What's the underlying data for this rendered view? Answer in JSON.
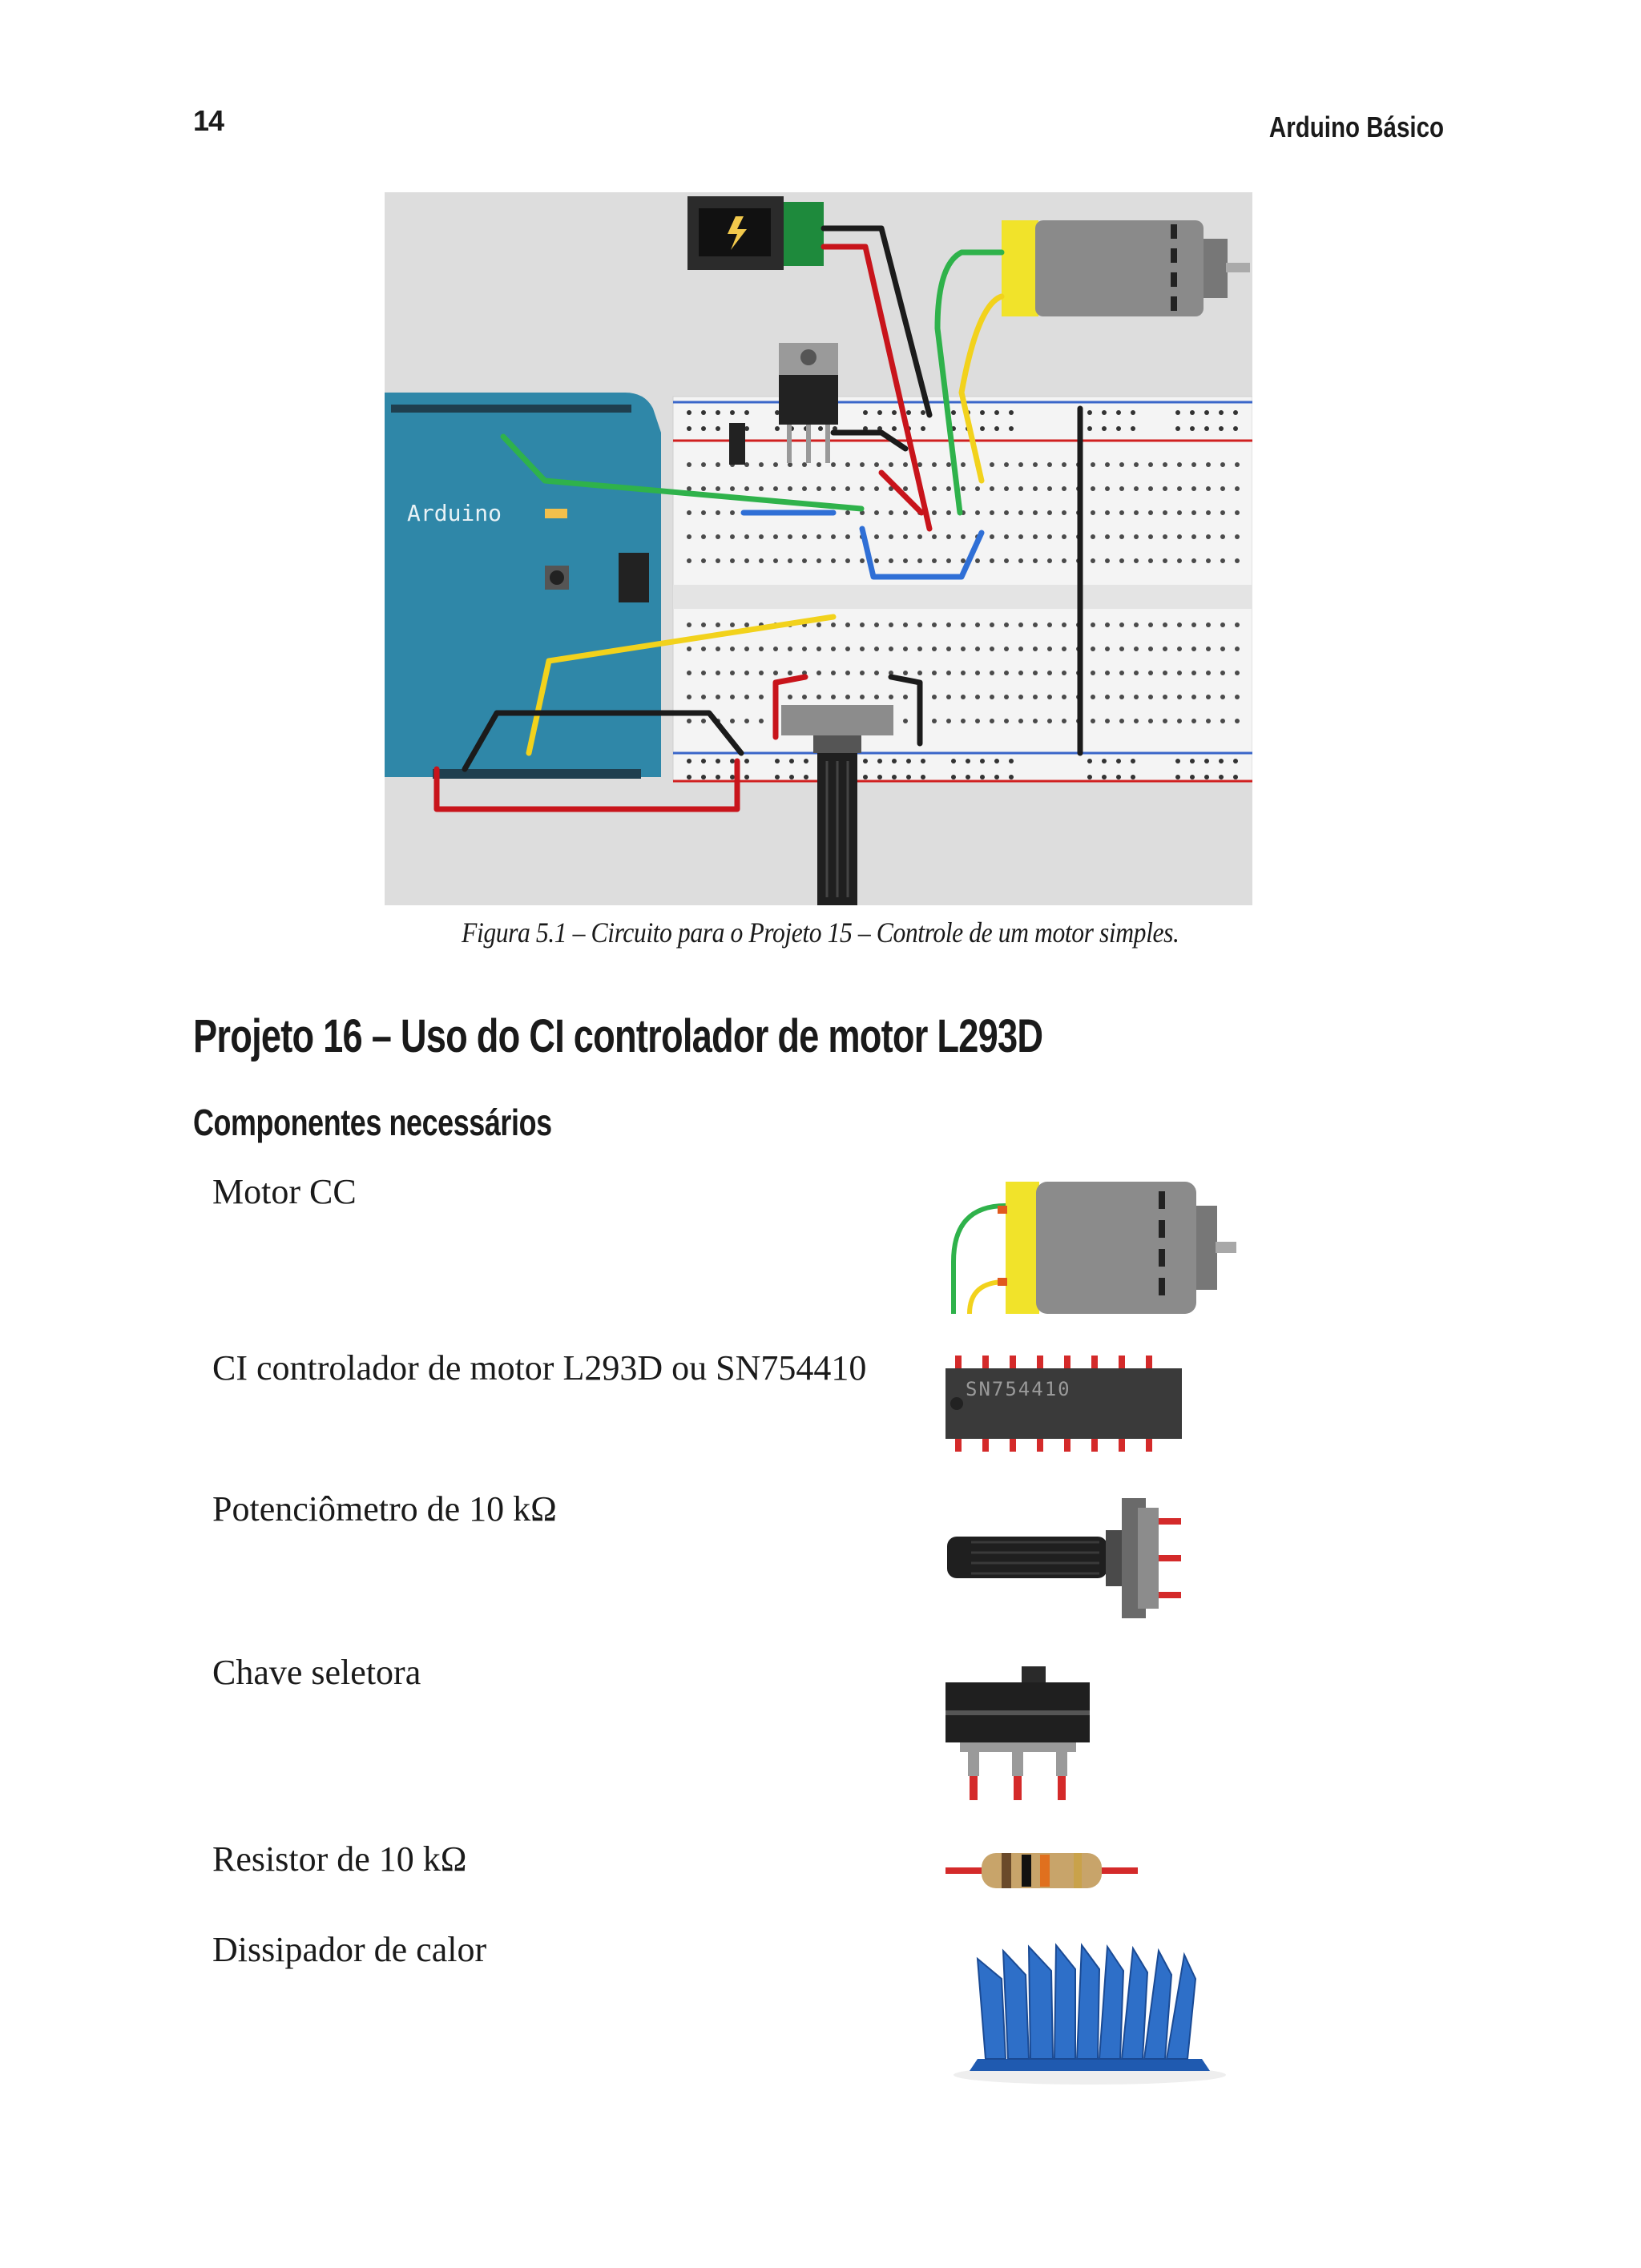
{
  "header": {
    "page_number": "14",
    "running_head": "Arduino Básico"
  },
  "figure": {
    "board_label": "Arduino",
    "caption": "Figura 5.1 – Circuito para o Projeto 15 – Controle de um motor simples."
  },
  "section": {
    "title": "Projeto 16 – Uso do CI controlador de motor L293D",
    "subtitle": "Componentes necessários"
  },
  "components": [
    {
      "label": "Motor CC",
      "icon": "dc-motor-icon"
    },
    {
      "label": "CI controlador de motor L293D ou SN754410",
      "icon": "ic-chip-icon",
      "chip_text": "SN754410"
    },
    {
      "label": "Potenciômetro de 10 kΩ",
      "icon": "potentiometer-icon"
    },
    {
      "label": "Chave seletora",
      "icon": "slide-switch-icon"
    },
    {
      "label": "Resistor de 10 kΩ",
      "icon": "resistor-icon"
    },
    {
      "label": "Dissipador de calor",
      "icon": "heat-sink-icon"
    }
  ],
  "colors": {
    "arduino_blue": "#2f87a8",
    "wire_red": "#c8141b",
    "wire_green": "#2fb24b",
    "wire_yellow": "#f2d21c",
    "wire_blue": "#2f6fd6",
    "heatsink_blue": "#2e6fc8"
  }
}
